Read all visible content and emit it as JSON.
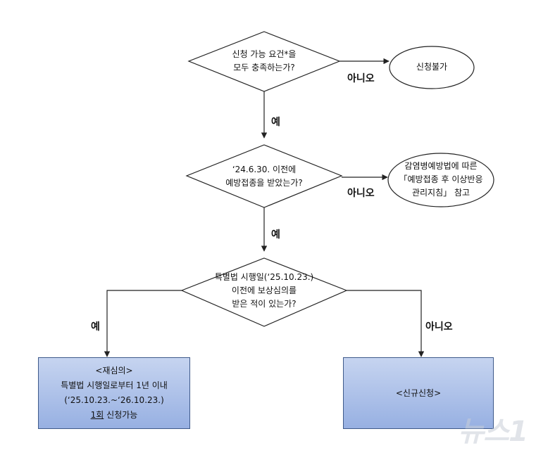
{
  "decisions": {
    "d1": [
      "신청 가능 요건*을",
      "모두 충족하는가?"
    ],
    "d2": [
      "‘24.6.30. 이전에",
      "예방접종을 받았는가?"
    ],
    "d3": [
      "특별법 시행일(‘25.10.23.)",
      "이전에 보상심의를",
      "받은 적이 있는가?"
    ]
  },
  "terminals": {
    "t1": "신청불가",
    "t2": [
      "감염병예방법에 따른",
      "「예방접종 후 이상반응",
      "관리지침」 참고"
    ]
  },
  "edges": {
    "no1": "아니오",
    "yes1": "예",
    "no2": "아니오",
    "yes2": "예",
    "yes3": "예",
    "no3": "아니오"
  },
  "results": {
    "left": {
      "line1": "<재심의>",
      "line2": "특별법 시행일로부터 1년 이내",
      "line3": "(‘25.10.23.~‘26.10.23.)",
      "line4_a": "1회",
      "line4_b": " 신청가능"
    },
    "right": {
      "line1": "<신규신청>"
    }
  },
  "watermark": "뉴스1",
  "colors": {
    "box_fill_top": "#c6d4f0",
    "box_fill_bottom": "#97b0e2",
    "box_border": "#3f5a8a",
    "line": "#222222"
  }
}
